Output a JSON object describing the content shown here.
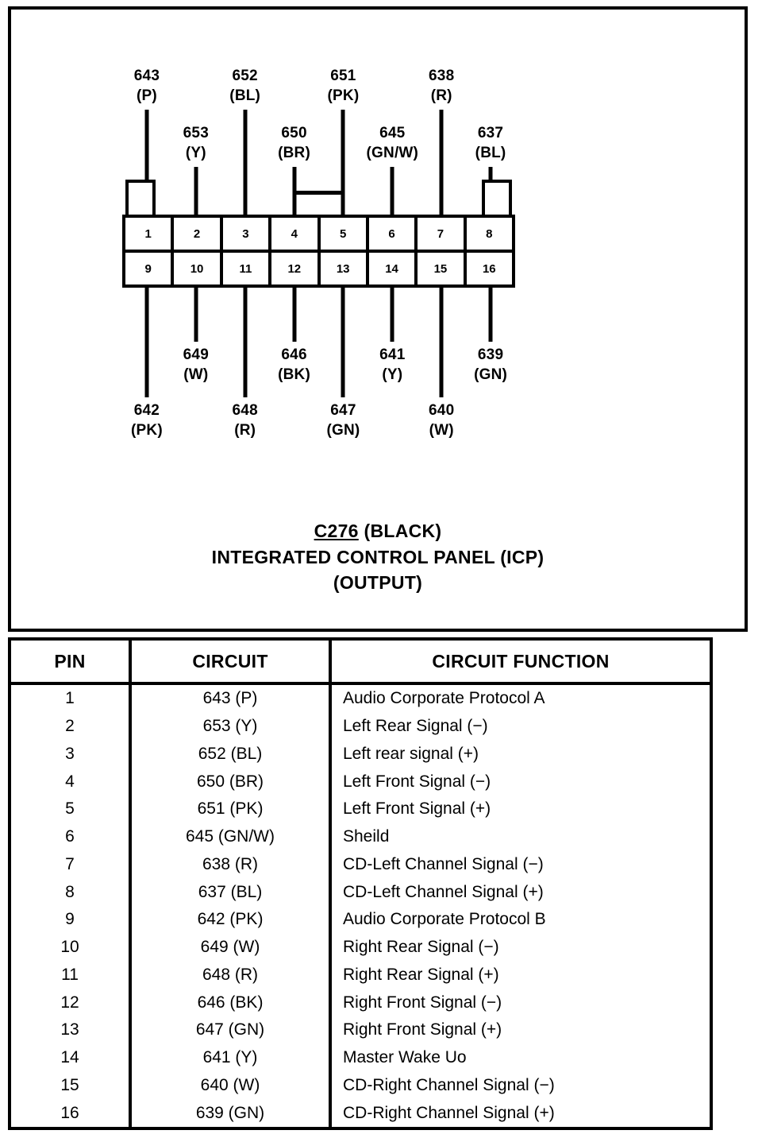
{
  "diagram": {
    "connector_id": "C276",
    "connector_color": "(BLACK)",
    "component_name": "INTEGRATED CONTROL PANEL (ICP)",
    "direction": "(OUTPUT)",
    "top_pins": [
      {
        "pin": "1",
        "num": "643",
        "color": "(P)",
        "tier": "upper"
      },
      {
        "pin": "2",
        "num": "653",
        "color": "(Y)",
        "tier": "lower"
      },
      {
        "pin": "3",
        "num": "652",
        "color": "(BL)",
        "tier": "upper"
      },
      {
        "pin": "4",
        "num": "650",
        "color": "(BR)",
        "tier": "lower"
      },
      {
        "pin": "5",
        "num": "651",
        "color": "(PK)",
        "tier": "upper"
      },
      {
        "pin": "6",
        "num": "645",
        "color": "(GN/W)",
        "tier": "lower"
      },
      {
        "pin": "7",
        "num": "638",
        "color": "(R)",
        "tier": "upper"
      },
      {
        "pin": "8",
        "num": "637",
        "color": "(BL)",
        "tier": "lower"
      }
    ],
    "bottom_pins": [
      {
        "pin": "9",
        "num": "642",
        "color": "(PK)",
        "tier": "lower"
      },
      {
        "pin": "10",
        "num": "649",
        "color": "(W)",
        "tier": "upper"
      },
      {
        "pin": "11",
        "num": "648",
        "color": "(R)",
        "tier": "lower"
      },
      {
        "pin": "12",
        "num": "646",
        "color": "(BK)",
        "tier": "upper"
      },
      {
        "pin": "13",
        "num": "647",
        "color": "(GN)",
        "tier": "lower"
      },
      {
        "pin": "14",
        "num": "641",
        "color": "(Y)",
        "tier": "upper"
      },
      {
        "pin": "15",
        "num": "640",
        "color": "(W)",
        "tier": "lower"
      },
      {
        "pin": "16",
        "num": "639",
        "color": "(GN)",
        "tier": "upper"
      }
    ],
    "pin_row_top": [
      "1",
      "2",
      "3",
      "4",
      "5",
      "6",
      "7",
      "8"
    ],
    "pin_row_bottom": [
      "9",
      "10",
      "11",
      "12",
      "13",
      "14",
      "15",
      "16"
    ]
  },
  "table": {
    "headers": [
      "PIN",
      "CIRCUIT",
      "CIRCUIT FUNCTION"
    ],
    "rows": [
      {
        "pin": "1",
        "circuit": "643 (P)",
        "function": "Audio Corporate Protocol A"
      },
      {
        "pin": "2",
        "circuit": "653 (Y)",
        "function": "Left Rear Signal (−)"
      },
      {
        "pin": "3",
        "circuit": "652 (BL)",
        "function": "Left rear signal (+)"
      },
      {
        "pin": "4",
        "circuit": "650 (BR)",
        "function": "Left Front Signal (−)"
      },
      {
        "pin": "5",
        "circuit": "651 (PK)",
        "function": "Left Front Signal (+)"
      },
      {
        "pin": "6",
        "circuit": "645 (GN/W)",
        "function": "Sheild"
      },
      {
        "pin": "7",
        "circuit": "638 (R)",
        "function": "CD-Left Channel Signal (−)"
      },
      {
        "pin": "8",
        "circuit": "637 (BL)",
        "function": "CD-Left Channel Signal (+)"
      },
      {
        "pin": "9",
        "circuit": "642 (PK)",
        "function": "Audio Corporate Protocol B"
      },
      {
        "pin": "10",
        "circuit": "649 (W)",
        "function": "Right Rear Signal (−)"
      },
      {
        "pin": "11",
        "circuit": "648 (R)",
        "function": "Right Rear Signal (+)"
      },
      {
        "pin": "12",
        "circuit": "646 (BK)",
        "function": "Right Front Signal (−)"
      },
      {
        "pin": "13",
        "circuit": "647 (GN)",
        "function": "Right Front Signal (+)"
      },
      {
        "pin": "14",
        "circuit": "641 (Y)",
        "function": "Master Wake Uo"
      },
      {
        "pin": "15",
        "circuit": "640 (W)",
        "function": "CD-Right Channel Signal (−)"
      },
      {
        "pin": "16",
        "circuit": "639 (GN)",
        "function": "CD-Right Channel Signal (+)"
      }
    ]
  },
  "colors": {
    "ink": "#000000",
    "paper": "#ffffff"
  }
}
